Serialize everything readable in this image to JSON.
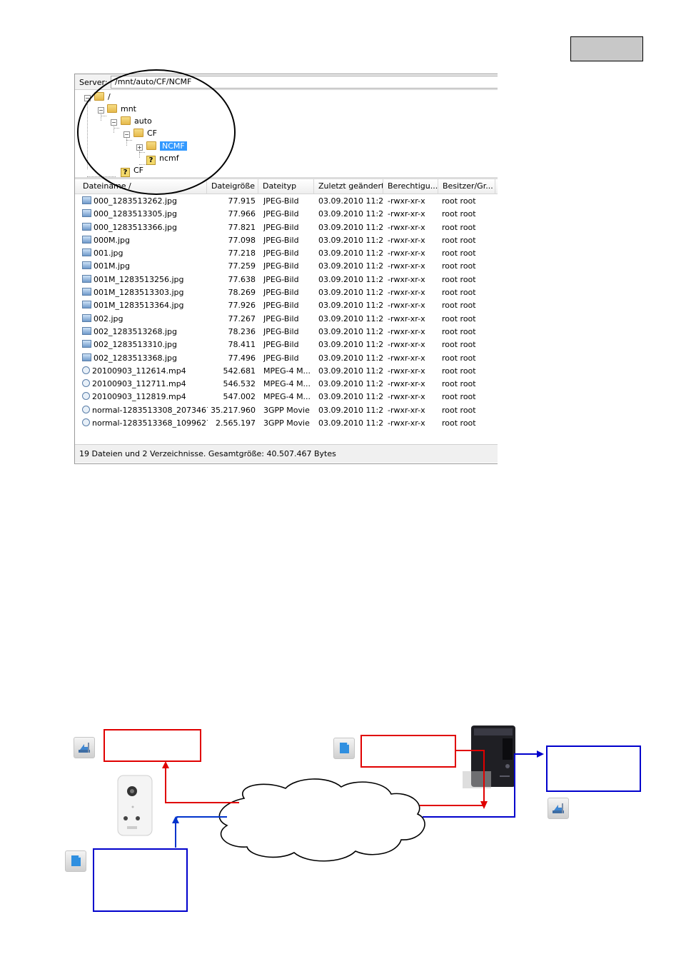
{
  "ftp": {
    "server_label": "Server:",
    "server_path": "/mnt/auto/CF/NCMF",
    "tree": [
      {
        "label": "/",
        "kind": "folder",
        "expander": "−"
      },
      {
        "label": "mnt",
        "kind": "folder",
        "expander": "−"
      },
      {
        "label": "auto",
        "kind": "folder",
        "expander": "−"
      },
      {
        "label": "CF",
        "kind": "folder",
        "expander": "−"
      },
      {
        "label": "NCMF",
        "kind": "folder",
        "expander": "+",
        "selected": true
      },
      {
        "label": "ncmf",
        "kind": "unknown"
      },
      {
        "label": "CF",
        "kind": "unknown"
      }
    ],
    "columns": [
      "Dateiname  /",
      "Dateigröße",
      "Dateityp",
      "Zuletzt geändert",
      "Berechtigu...",
      "Besitzer/Gr..."
    ],
    "files": [
      {
        "name": "000_1283513262.jpg",
        "size": "77.915",
        "type": "JPEG-Bild",
        "modified": "03.09.2010 11:2...",
        "perm": "-rwxr-xr-x",
        "owner": "root root",
        "icon": "image"
      },
      {
        "name": "000_1283513305.jpg",
        "size": "77.966",
        "type": "JPEG-Bild",
        "modified": "03.09.2010 11:2...",
        "perm": "-rwxr-xr-x",
        "owner": "root root",
        "icon": "image"
      },
      {
        "name": "000_1283513366.jpg",
        "size": "77.821",
        "type": "JPEG-Bild",
        "modified": "03.09.2010 11:2...",
        "perm": "-rwxr-xr-x",
        "owner": "root root",
        "icon": "image"
      },
      {
        "name": "000M.jpg",
        "size": "77.098",
        "type": "JPEG-Bild",
        "modified": "03.09.2010 11:2...",
        "perm": "-rwxr-xr-x",
        "owner": "root root",
        "icon": "image"
      },
      {
        "name": "001.jpg",
        "size": "77.218",
        "type": "JPEG-Bild",
        "modified": "03.09.2010 11:2...",
        "perm": "-rwxr-xr-x",
        "owner": "root root",
        "icon": "image"
      },
      {
        "name": "001M.jpg",
        "size": "77.259",
        "type": "JPEG-Bild",
        "modified": "03.09.2010 11:2...",
        "perm": "-rwxr-xr-x",
        "owner": "root root",
        "icon": "image"
      },
      {
        "name": "001M_1283513256.jpg",
        "size": "77.638",
        "type": "JPEG-Bild",
        "modified": "03.09.2010 11:2...",
        "perm": "-rwxr-xr-x",
        "owner": "root root",
        "icon": "image"
      },
      {
        "name": "001M_1283513303.jpg",
        "size": "78.269",
        "type": "JPEG-Bild",
        "modified": "03.09.2010 11:2...",
        "perm": "-rwxr-xr-x",
        "owner": "root root",
        "icon": "image"
      },
      {
        "name": "001M_1283513364.jpg",
        "size": "77.926",
        "type": "JPEG-Bild",
        "modified": "03.09.2010 11:2...",
        "perm": "-rwxr-xr-x",
        "owner": "root root",
        "icon": "image"
      },
      {
        "name": "002.jpg",
        "size": "77.267",
        "type": "JPEG-Bild",
        "modified": "03.09.2010 11:2...",
        "perm": "-rwxr-xr-x",
        "owner": "root root",
        "icon": "image"
      },
      {
        "name": "002_1283513268.jpg",
        "size": "78.236",
        "type": "JPEG-Bild",
        "modified": "03.09.2010 11:2...",
        "perm": "-rwxr-xr-x",
        "owner": "root root",
        "icon": "image"
      },
      {
        "name": "002_1283513310.jpg",
        "size": "78.411",
        "type": "JPEG-Bild",
        "modified": "03.09.2010 11:2...",
        "perm": "-rwxr-xr-x",
        "owner": "root root",
        "icon": "image"
      },
      {
        "name": "002_1283513368.jpg",
        "size": "77.496",
        "type": "JPEG-Bild",
        "modified": "03.09.2010 11:2...",
        "perm": "-rwxr-xr-x",
        "owner": "root root",
        "icon": "image"
      },
      {
        "name": "20100903_112614.mp4",
        "size": "542.681",
        "type": "MPEG-4 M...",
        "modified": "03.09.2010 11:2...",
        "perm": "-rwxr-xr-x",
        "owner": "root root",
        "icon": "video"
      },
      {
        "name": "20100903_112711.mp4",
        "size": "546.532",
        "type": "MPEG-4 M...",
        "modified": "03.09.2010 11:2...",
        "perm": "-rwxr-xr-x",
        "owner": "root root",
        "icon": "video"
      },
      {
        "name": "20100903_112819.mp4",
        "size": "547.002",
        "type": "MPEG-4 M...",
        "modified": "03.09.2010 11:2...",
        "perm": "-rwxr-xr-x",
        "owner": "root root",
        "icon": "video"
      },
      {
        "name": "normal-1283513308_2073467...",
        "size": "35.217.960",
        "type": "3GPP Movie",
        "modified": "03.09.2010 11:2...",
        "perm": "-rwxr-xr-x",
        "owner": "root root",
        "icon": "video"
      },
      {
        "name": "normal-1283513368_1099627...",
        "size": "2.565.197",
        "type": "3GPP Movie",
        "modified": "03.09.2010 11:2...",
        "perm": "-rwxr-xr-x",
        "owner": "root root",
        "icon": "video"
      }
    ],
    "status": "19 Dateien und 2 Verzeichnisse. Gesamtgröße: 40.507.467 Bytes"
  },
  "colors": {
    "red": "#e00000",
    "blue": "#0000cc"
  }
}
